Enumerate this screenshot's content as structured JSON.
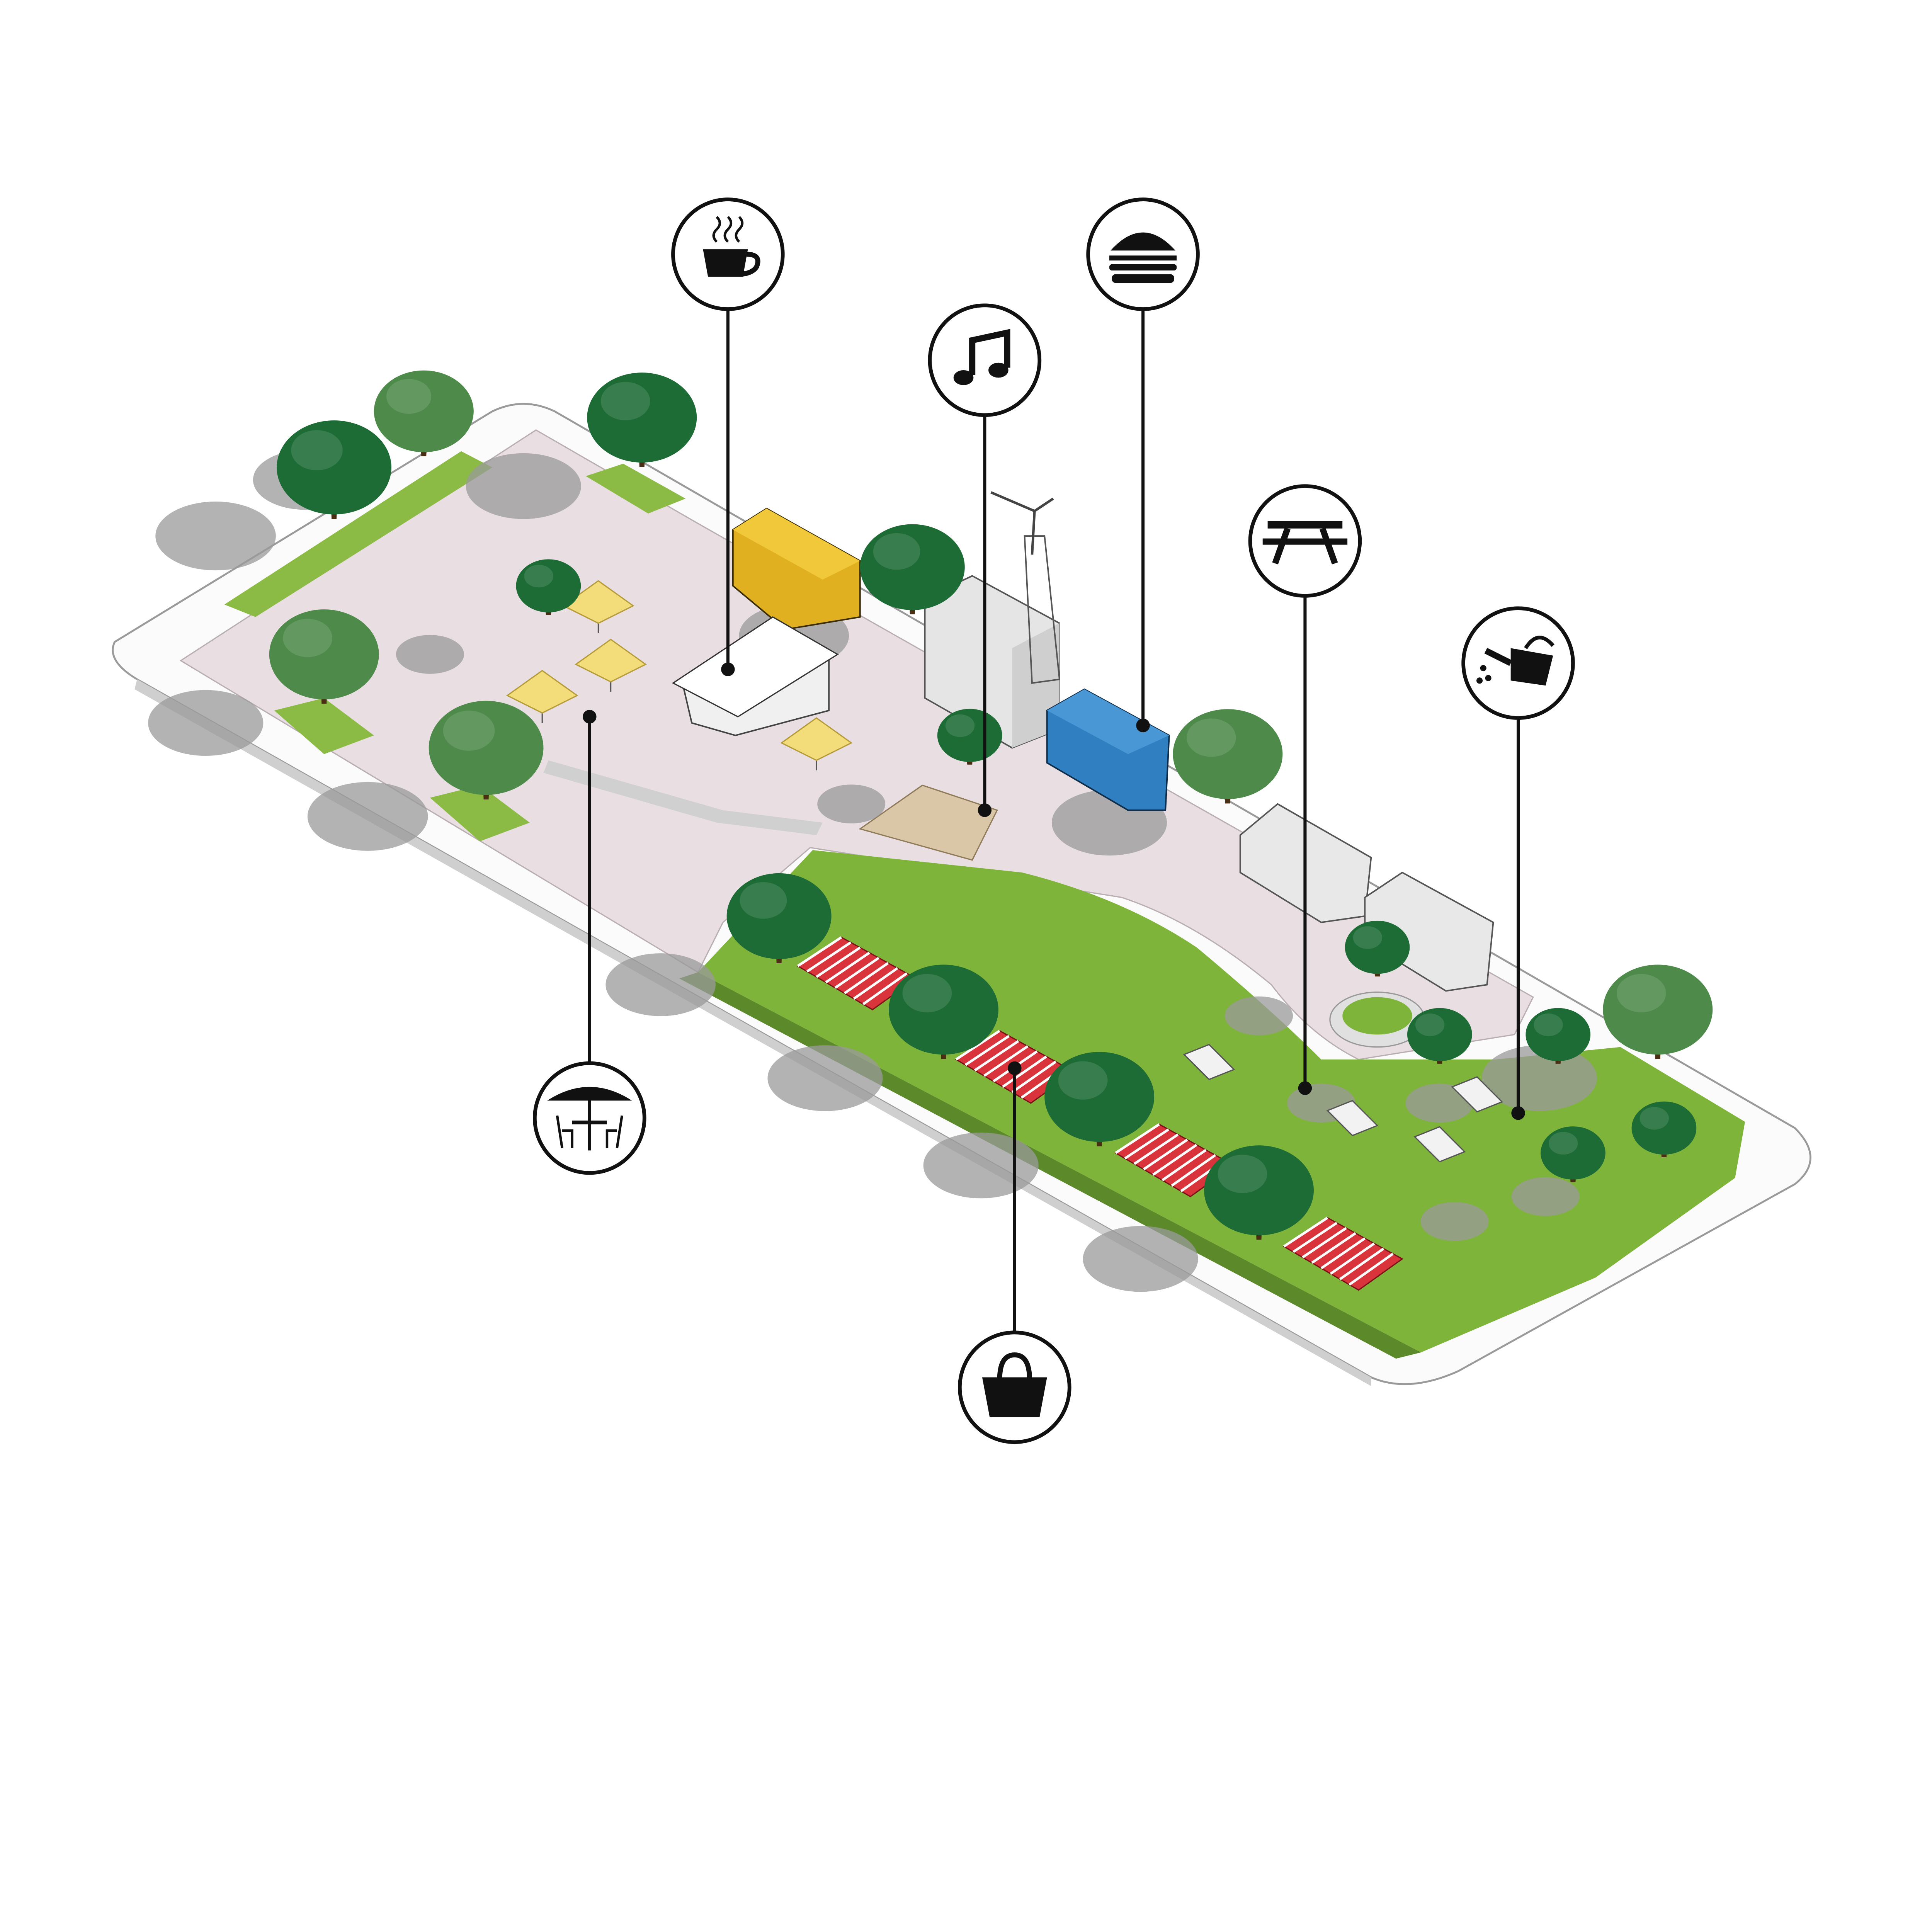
{
  "diagram": {
    "callouts": [
      {
        "id": "cafe",
        "icon": "coffee-cup-icon"
      },
      {
        "id": "music",
        "icon": "music-note-icon"
      },
      {
        "id": "food",
        "icon": "burger-icon"
      },
      {
        "id": "picnic",
        "icon": "picnic-table-icon"
      },
      {
        "id": "gardening",
        "icon": "watering-can-icon"
      },
      {
        "id": "outdoor-dining",
        "icon": "umbrella-table-icon"
      },
      {
        "id": "market",
        "icon": "shopping-bag-icon"
      }
    ],
    "colors": {
      "plaza": "#e9dfe2",
      "lawn": "#7fb43a",
      "tree_dark": "#1d6b35",
      "tree_light": "#4e8a4a",
      "kiosk_yellow": "#e0b020",
      "kiosk_blue": "#2f7fc1",
      "market_stall": "#d9343c",
      "umbrella": "#f3dc7a",
      "ink": "#111111"
    }
  }
}
